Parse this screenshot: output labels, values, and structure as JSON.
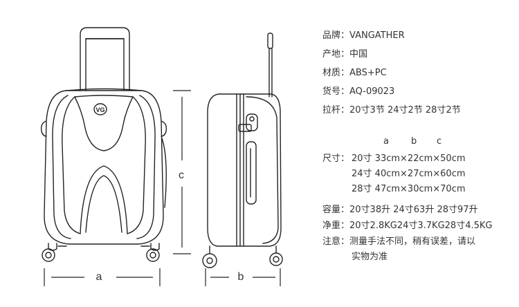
{
  "diagram": {
    "dim_a": "a",
    "dim_b": "b",
    "dim_c": "c",
    "logo": "VG"
  },
  "specs": {
    "brand": {
      "label": "品牌：",
      "value": "VANGATHER"
    },
    "origin": {
      "label": "产地：",
      "value": "中国"
    },
    "material": {
      "label": "材质：",
      "value": "ABS+PC"
    },
    "item_no": {
      "label": "货号：",
      "value": "AQ-09023"
    },
    "handle": {
      "label": "拉杆：",
      "value": "20寸3节  24寸2节  28寸2节"
    },
    "size_header": [
      "a",
      "b",
      "c"
    ],
    "size": {
      "label": "尺寸：",
      "lines": [
        "20寸  33cm×22cm×50cm",
        "24寸 40cm×27cm×60cm",
        "28寸  47cm×30cm×70cm"
      ]
    },
    "capacity": {
      "label": "容量：",
      "value": "20寸38升   24寸63升   28寸97升"
    },
    "net_weight": {
      "label": "净重：",
      "value": "20寸2.8KG24寸3.7KG28寸4.5KG"
    },
    "note": {
      "label": "注意：",
      "lines": [
        "测量手法不同，稍有误差，请以",
        "实物为准"
      ]
    }
  }
}
